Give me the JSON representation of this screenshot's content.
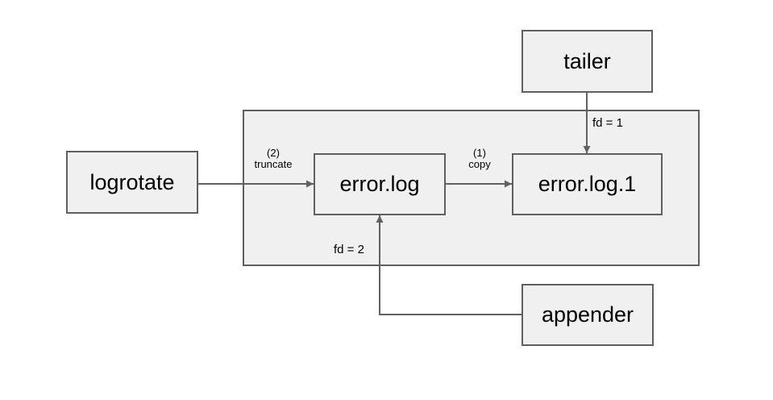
{
  "nodes": {
    "tailer": {
      "label": "tailer"
    },
    "logrotate": {
      "label": "logrotate"
    },
    "error_log": {
      "label": "error.log"
    },
    "error_log_1": {
      "label": "error.log.1"
    },
    "appender": {
      "label": "appender"
    }
  },
  "edges": [
    {
      "from": "logrotate",
      "to": "error_log",
      "step": "(2)",
      "action": "truncate"
    },
    {
      "from": "error_log",
      "to": "error_log_1",
      "step": "(1)",
      "action": "copy"
    },
    {
      "from": "tailer",
      "to": "error_log_1",
      "label": "fd = 1"
    },
    {
      "from": "appender",
      "to": "error_log",
      "label": "fd = 2"
    }
  ],
  "theme": {
    "background": "#ffffff",
    "node_fill": "#f0f0f0",
    "node_border": "#5f5f5f",
    "arrow_color": "#616161",
    "text_color": "#000000"
  }
}
